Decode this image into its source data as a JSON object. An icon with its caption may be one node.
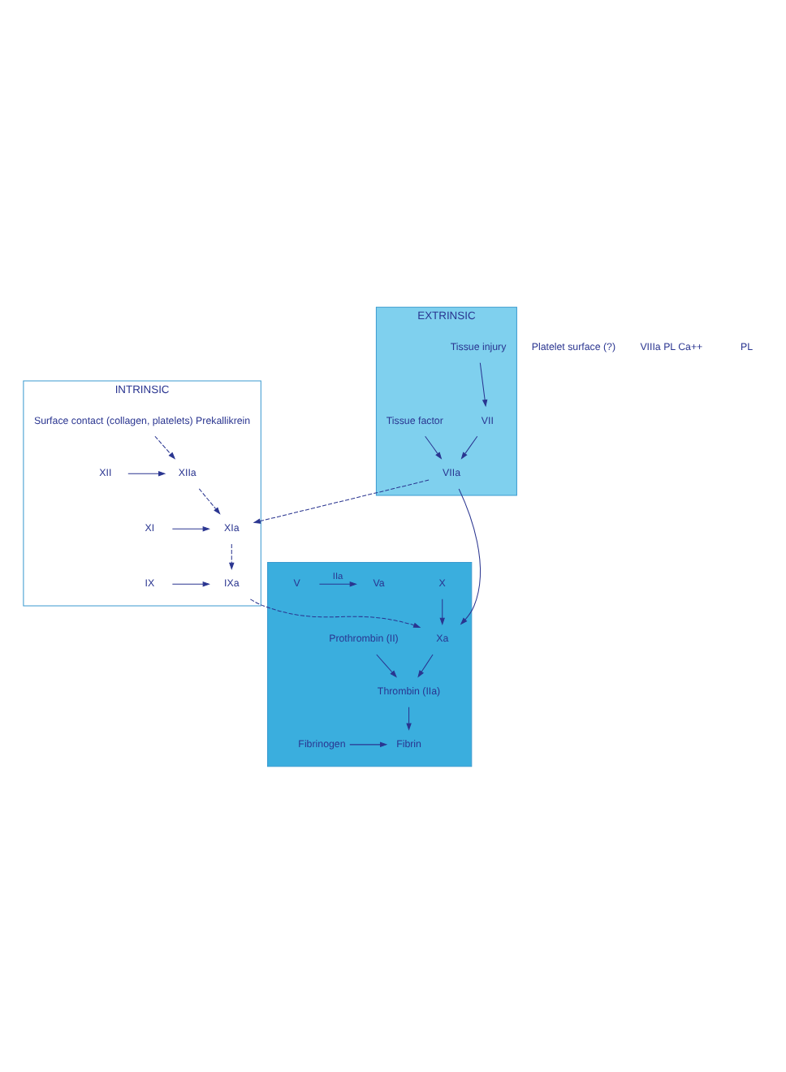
{
  "diagram": {
    "nodes": [
      {
        "text": [
          "INTRINSIC"
        ]
      },
      {
        "text": [
          "Surface contact (collagen, platelets) Prekallikrein"
        ],
        "in": 0
      },
      {
        "text": [
          "XII"
        ],
        "in": 0
      },
      {
        "text": [
          "XIIa"
        ],
        "in": 0
      },
      {
        "text": [
          "XI"
        ],
        "in": 0
      },
      {
        "text": [
          "XIa"
        ],
        "in": 0
      },
      {
        "text": [
          "IX"
        ],
        "in": 0
      },
      {
        "text": [
          "IXa"
        ],
        "in": 0
      },
      {
        "text": [
          "EXTRINSIC"
        ]
      },
      {
        "text": [
          "Tissue injury"
        ],
        "in": 8
      },
      {
        "text": [
          "VII"
        ],
        "in": 8
      },
      {
        "text": [
          "Tissue factor"
        ],
        "in": 8
      },
      {
        "text": [
          "VIIa"
        ],
        "in": 8
      },
      {
        "text": [],
        "shape": "box"
      },
      {
        "text": [
          "X"
        ],
        "in": 13
      },
      {
        "text": [
          "Xa"
        ],
        "in": 13
      },
      {
        "text": [
          "V"
        ],
        "in": 13
      },
      {
        "text": [
          "Va"
        ],
        "in": 13
      },
      {
        "text": [
          "Prothrombin (II)"
        ],
        "in": 13
      },
      {
        "text": [
          "Thrombin (IIa)"
        ],
        "in": 13
      },
      {
        "text": [
          "Fibrinogen"
        ],
        "in": 13
      },
      {
        "text": [
          "Fibrin"
        ],
        "in": 13
      }
    ],
    "edges": [
      {
        "from": 1,
        "to": 3,
        "arrow": "to",
        "style": "dashed"
      },
      {
        "from": 2,
        "to": 3,
        "arrow": "to"
      },
      {
        "from": 3,
        "to": 5,
        "arrow": "to",
        "style": "dashed"
      },
      {
        "from": 4,
        "to": 5,
        "arrow": "to"
      },
      {
        "from": 5,
        "to": 7,
        "arrow": "to",
        "style": "dashed"
      },
      {
        "from": 6,
        "to": 7,
        "arrow": "to"
      },
      {
        "from": 9,
        "to": 10,
        "arrow": "to"
      },
      {
        "from": 10,
        "to": 12,
        "arrow": "to"
      },
      {
        "from": 11,
        "to": 12,
        "arrow": "to"
      },
      {
        "from": 12,
        "to": 5,
        "arrow": "to",
        "style": "dashed"
      },
      {
        "from": 7,
        "to": 15,
        "arrow": "to",
        "style": "dashed"
      },
      {
        "from": 12,
        "to": 15,
        "arrow": "to"
      },
      {
        "from": 14,
        "to": 15,
        "arrow": "to"
      },
      {
        "from": 16,
        "to": 17,
        "arrow": "to",
        "label": "IIa"
      },
      {
        "from": 15,
        "to": 19,
        "arrow": "to"
      },
      {
        "from": 18,
        "to": 19,
        "arrow": "to"
      },
      {
        "from": 19,
        "to": 21,
        "arrow": "to"
      },
      {
        "from": 20,
        "to": 21,
        "arrow": "to"
      }
    ],
    "labels": [
      "Platelet surface (?)",
      "VIIIa PL Ca++",
      "PL"
    ]
  }
}
